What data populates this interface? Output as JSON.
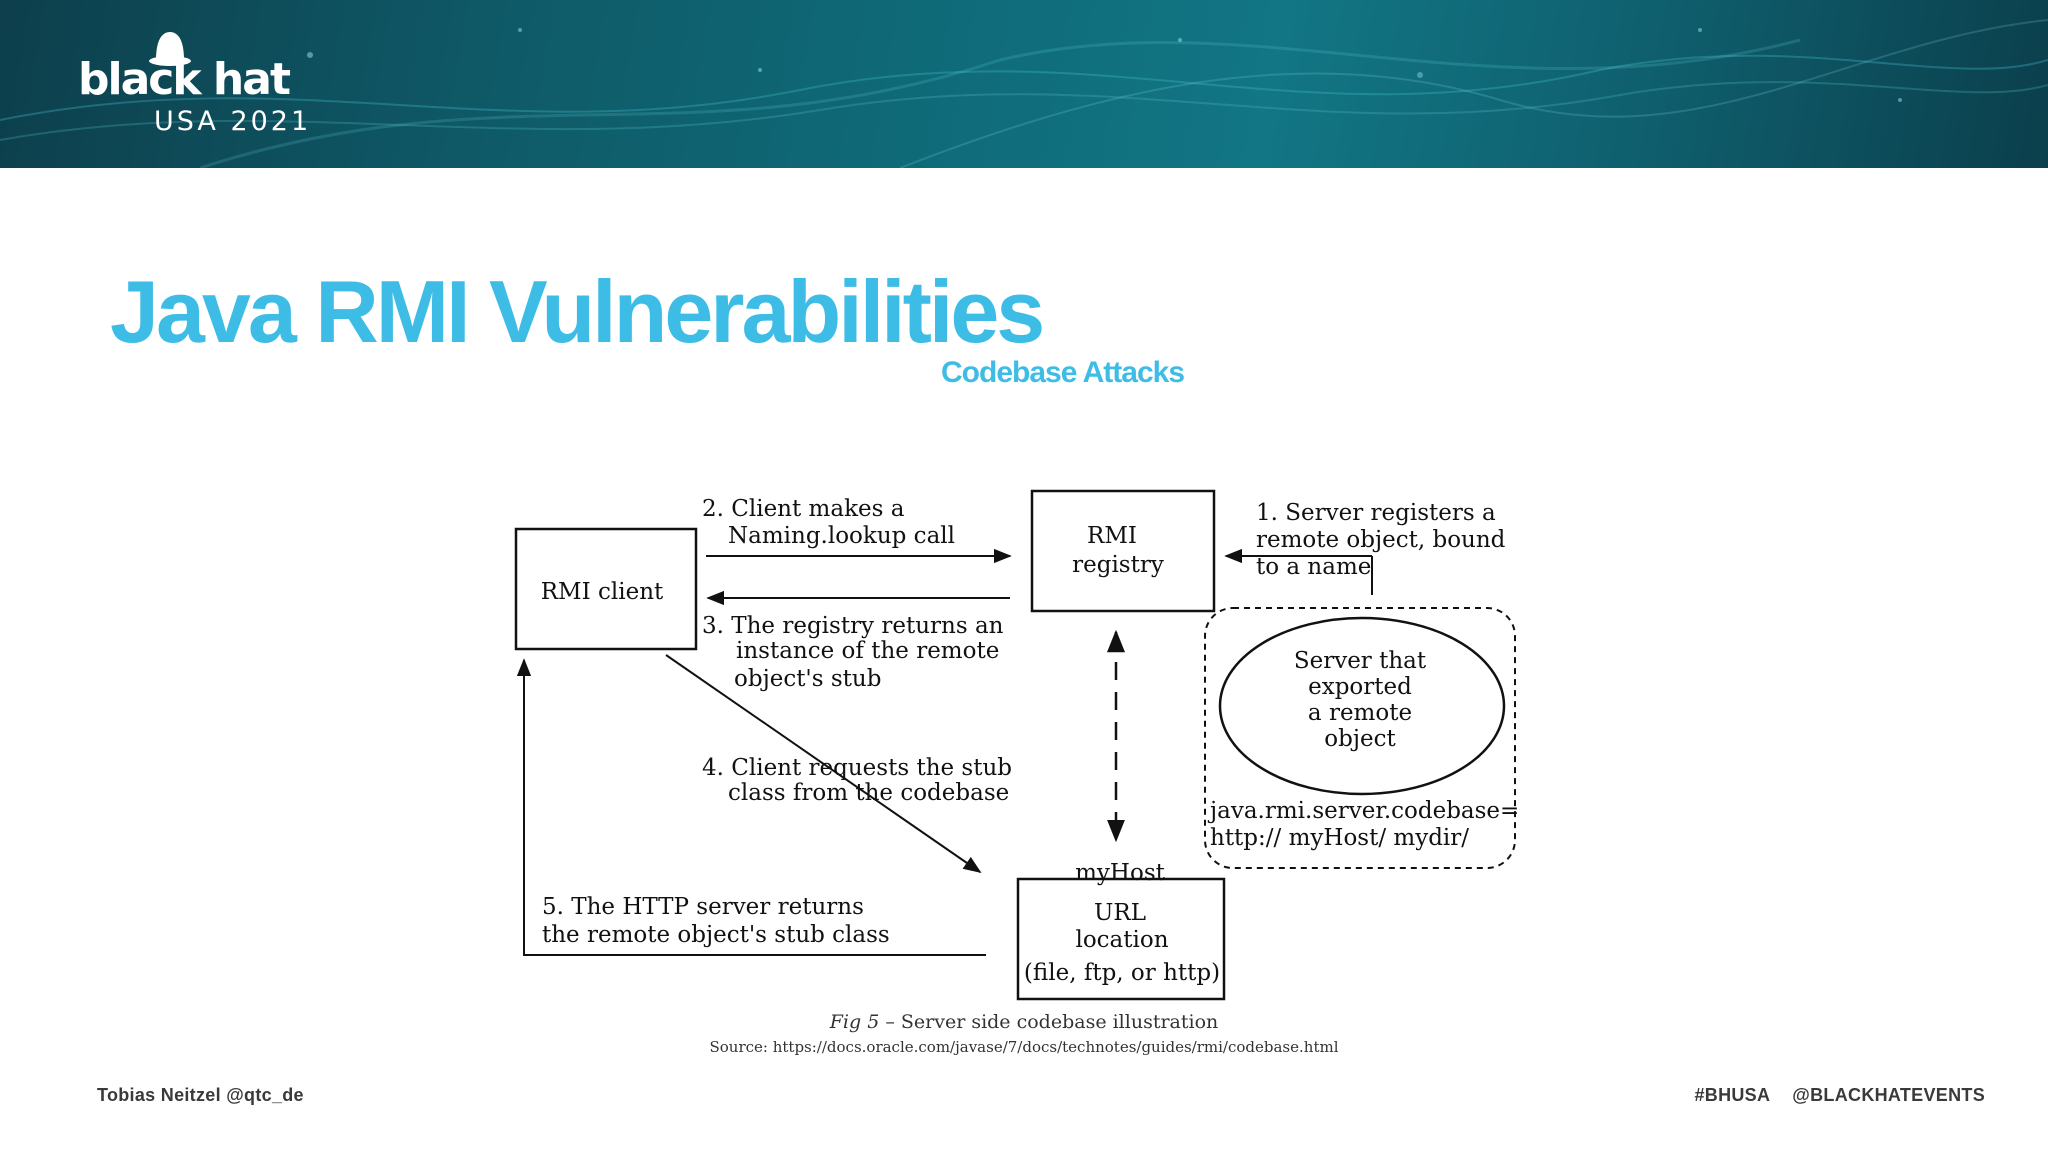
{
  "header": {
    "logo_word": "black hat",
    "logo_event": "USA 2021"
  },
  "slide": {
    "title": "Java RMI Vulnerabilities",
    "subtitle": "Codebase Attacks"
  },
  "diagram": {
    "nodes": {
      "rmi_client": "RMI client",
      "rmi_registry_line1": "RMI",
      "rmi_registry_line2": "registry",
      "server_line1": "Server that",
      "server_line2": "exported",
      "server_line3": "a remote",
      "server_line4": "object",
      "url_host": "myHost",
      "url_line1": "URL",
      "url_line2": "location",
      "url_line3": "(file, ftp, or http)"
    },
    "codebase_line1": "java.rmi.server.codebase=",
    "codebase_line2": "http:// myHost/ mydir/",
    "steps": {
      "s1_line1": "1. Server registers a",
      "s1_line2": "remote object, bound",
      "s1_line3": "to a name",
      "s2_line1": "2. Client makes a",
      "s2_line2": "Naming.lookup call",
      "s3_line1": "3. The registry returns an",
      "s3_line2": "instance of the remote",
      "s3_line3": "object's stub",
      "s4_line1": "4. Client requests the stub",
      "s4_line2": "class from the codebase",
      "s5_line1": "5. The HTTP server returns",
      "s5_line2": "the remote object's stub class"
    }
  },
  "caption": {
    "fig": "Fig 5",
    "text": " – Server side codebase illustration",
    "source": "Source:  https://docs.oracle.com/javase/7/docs/technotes/guides/rmi/codebase.html"
  },
  "footer": {
    "author": "Tobias Neitzel @qtc_de",
    "hashtag": "#BHUSA",
    "handle": "@BLACKHATEVENTS"
  },
  "colors": {
    "title": "#3dbde6",
    "banner": "#0f6a78",
    "footer_text": "#3a3a3a"
  }
}
